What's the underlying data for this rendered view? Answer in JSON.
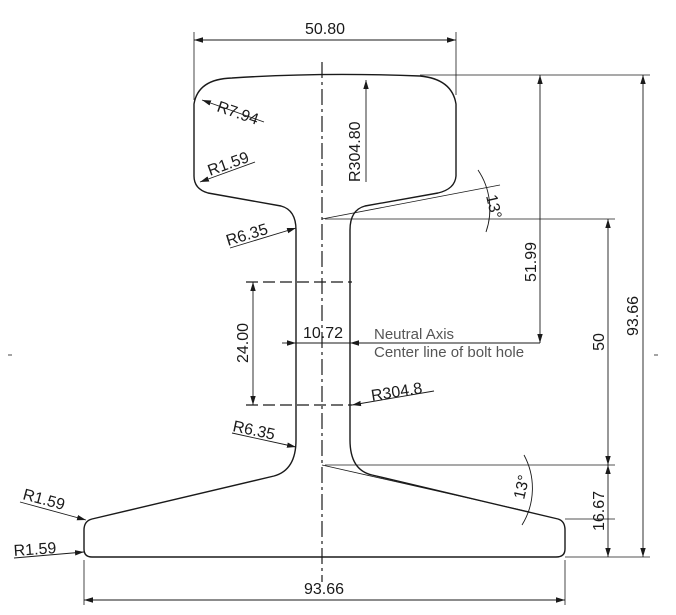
{
  "drawing": {
    "dims": {
      "head_width": "50.80",
      "base_width": "93.66",
      "total_height": "93.66",
      "height_50": "50",
      "height_51": "51.99",
      "base_height": "16.67",
      "bolt_spacing": "24.00",
      "web_thickness": "10.72"
    },
    "radii": {
      "head_top_corner": "R7.94",
      "head_bottom_corner": "R1.59",
      "head_crown": "R304.80",
      "upper_fillet": "R6.35",
      "web_radius": "R304.8",
      "lower_fillet": "R6.35",
      "base_top_corner": "R1.59",
      "base_bottom_corner": "R1.59"
    },
    "angles": {
      "upper_taper": "13°",
      "lower_taper": "13°"
    },
    "notes": {
      "neutral_axis": "Neutral Axis",
      "bolt_hole_line": "Center line of bolt hole"
    }
  }
}
